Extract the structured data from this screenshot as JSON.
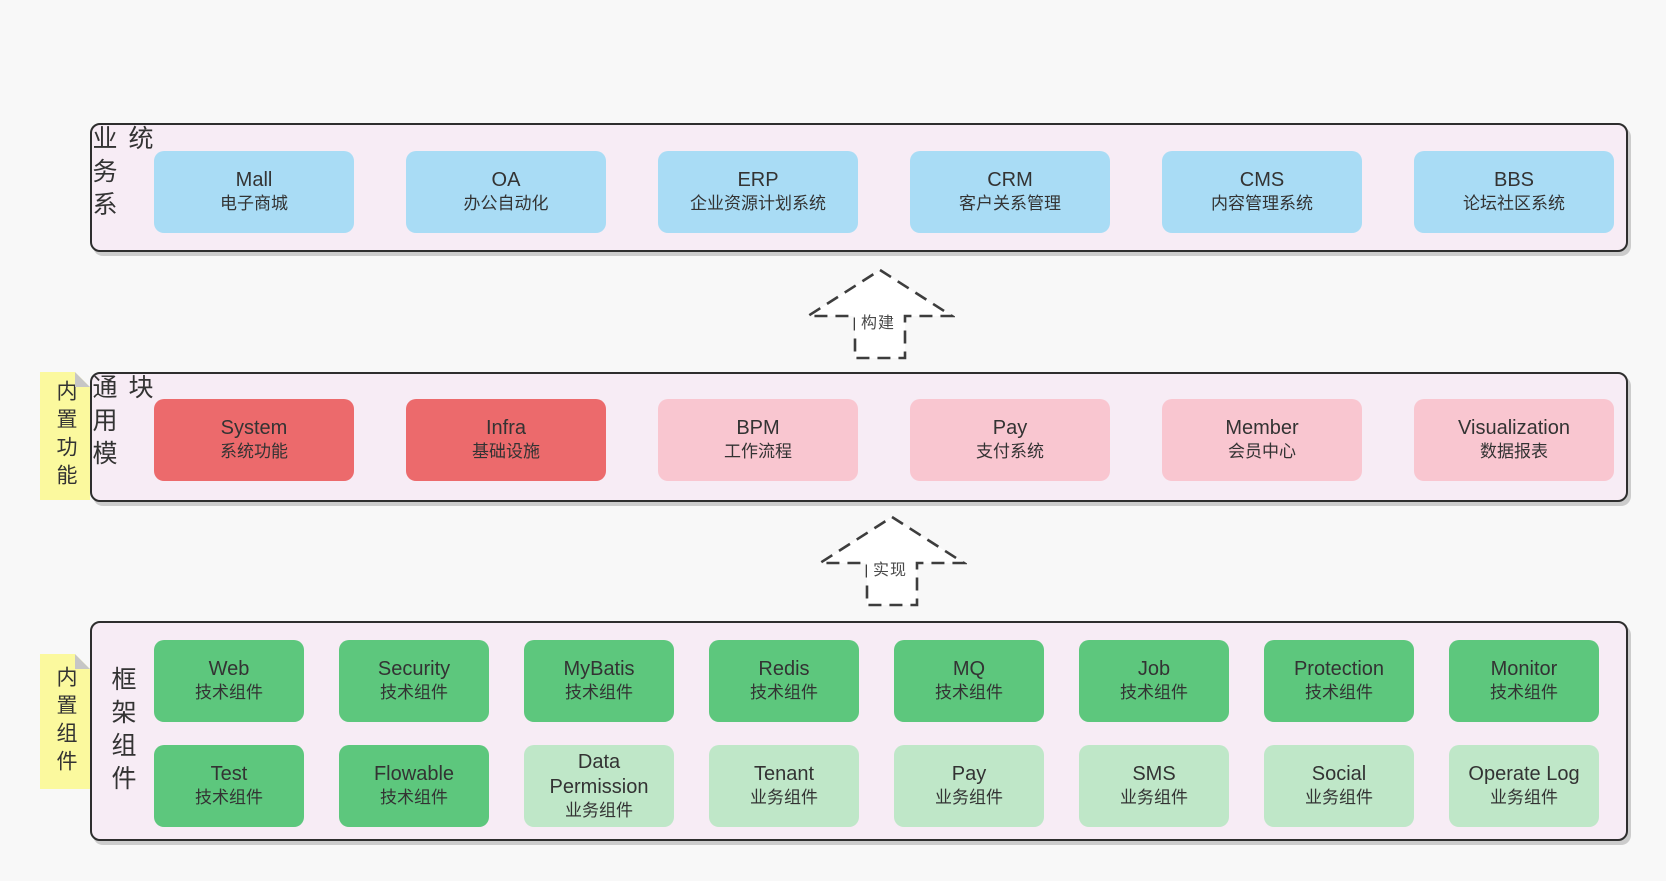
{
  "palette": {
    "page_bg": "#f8f8f8",
    "band_bg": "#f7ecf5",
    "band_border": "#2e2e2e",
    "box_blue": "#a9dcf5",
    "box_red": "#ec6a6c",
    "box_pink": "#f9c6d0",
    "box_green": "#5dc77d",
    "box_green_light": "#bfe7c8",
    "sticky_yellow": "#fbf99e",
    "sticky_fold": "#c6c6c6",
    "text": "#333333",
    "arrow_stroke": "#3d3d3d"
  },
  "arrows": [
    {
      "label": "构建"
    },
    {
      "label": "实现"
    }
  ],
  "bands": [
    {
      "id": "business-systems",
      "label": "业务系统",
      "sticky": null,
      "rows": [
        [
          {
            "title": "Mall",
            "subtitle": "电子商城",
            "variant": "blue"
          },
          {
            "title": "OA",
            "subtitle": "办公自动化",
            "variant": "blue"
          },
          {
            "title": "ERP",
            "subtitle": "企业资源计划系统",
            "variant": "blue"
          },
          {
            "title": "CRM",
            "subtitle": "客户关系管理",
            "variant": "blue"
          },
          {
            "title": "CMS",
            "subtitle": "内容管理系统",
            "variant": "blue"
          },
          {
            "title": "BBS",
            "subtitle": "论坛社区系统",
            "variant": "blue"
          }
        ]
      ]
    },
    {
      "id": "common-modules",
      "label": "通用模块",
      "sticky": "内置功能",
      "rows": [
        [
          {
            "title": "System",
            "subtitle": "系统功能",
            "variant": "red"
          },
          {
            "title": "Infra",
            "subtitle": "基础设施",
            "variant": "red"
          },
          {
            "title": "BPM",
            "subtitle": "工作流程",
            "variant": "pink"
          },
          {
            "title": "Pay",
            "subtitle": "支付系统",
            "variant": "pink"
          },
          {
            "title": "Member",
            "subtitle": "会员中心",
            "variant": "pink"
          },
          {
            "title": "Visualization",
            "subtitle": "数据报表",
            "variant": "pink"
          }
        ]
      ]
    },
    {
      "id": "framework-components",
      "label": "框架组件",
      "sticky": "内置组件",
      "rows": [
        [
          {
            "title": "Web",
            "subtitle": "技术组件",
            "variant": "green"
          },
          {
            "title": "Security",
            "subtitle": "技术组件",
            "variant": "green"
          },
          {
            "title": "MyBatis",
            "subtitle": "技术组件",
            "variant": "green"
          },
          {
            "title": "Redis",
            "subtitle": "技术组件",
            "variant": "green"
          },
          {
            "title": "MQ",
            "subtitle": "技术组件",
            "variant": "green"
          },
          {
            "title": "Job",
            "subtitle": "技术组件",
            "variant": "green"
          },
          {
            "title": "Protection",
            "subtitle": "技术组件",
            "variant": "green"
          },
          {
            "title": "Monitor",
            "subtitle": "技术组件",
            "variant": "green"
          }
        ],
        [
          {
            "title": "Test",
            "subtitle": "技术组件",
            "variant": "green"
          },
          {
            "title": "Flowable",
            "subtitle": "技术组件",
            "variant": "green"
          },
          {
            "title": "Data Permission",
            "subtitle": "业务组件",
            "variant": "green-light"
          },
          {
            "title": "Tenant",
            "subtitle": "业务组件",
            "variant": "green-light"
          },
          {
            "title": "Pay",
            "subtitle": "业务组件",
            "variant": "green-light"
          },
          {
            "title": "SMS",
            "subtitle": "业务组件",
            "variant": "green-light"
          },
          {
            "title": "Social",
            "subtitle": "业务组件",
            "variant": "green-light"
          },
          {
            "title": "Operate Log",
            "subtitle": "业务组件",
            "variant": "green-light"
          }
        ]
      ]
    }
  ]
}
